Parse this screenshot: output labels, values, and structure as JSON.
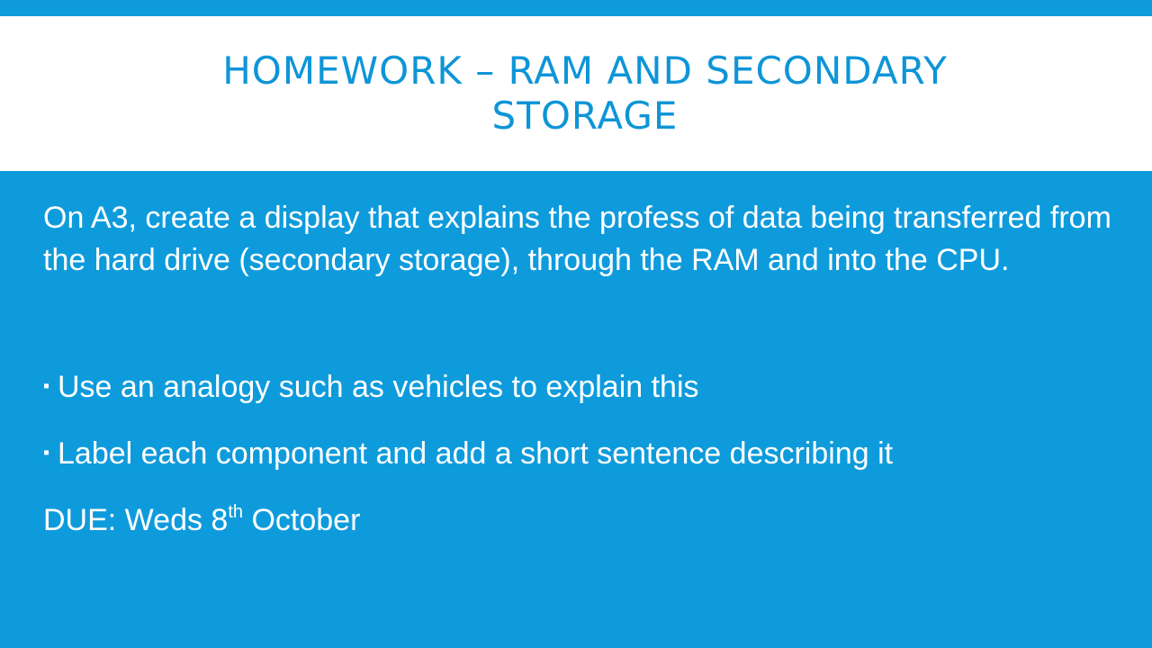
{
  "slide": {
    "title": "HOMEWORK – RAM AND SECONDARY STORAGE",
    "intro": "On A3, create a display that explains the profess of data being transferred from the hard drive (secondary storage), through the RAM and into the CPU.",
    "bullets": [
      "Use an analogy such as vehicles to explain this",
      "Label each component and add a short sentence describing it"
    ],
    "bullet_marker": "▪",
    "due": {
      "prefix": "DUE: Weds 8",
      "superscript": "th",
      "suffix": " October"
    },
    "colors": {
      "background": "#0e9bdc",
      "title_band": "#ffffff",
      "title_text": "#0e95d7",
      "body_text": "#ffffff"
    }
  }
}
